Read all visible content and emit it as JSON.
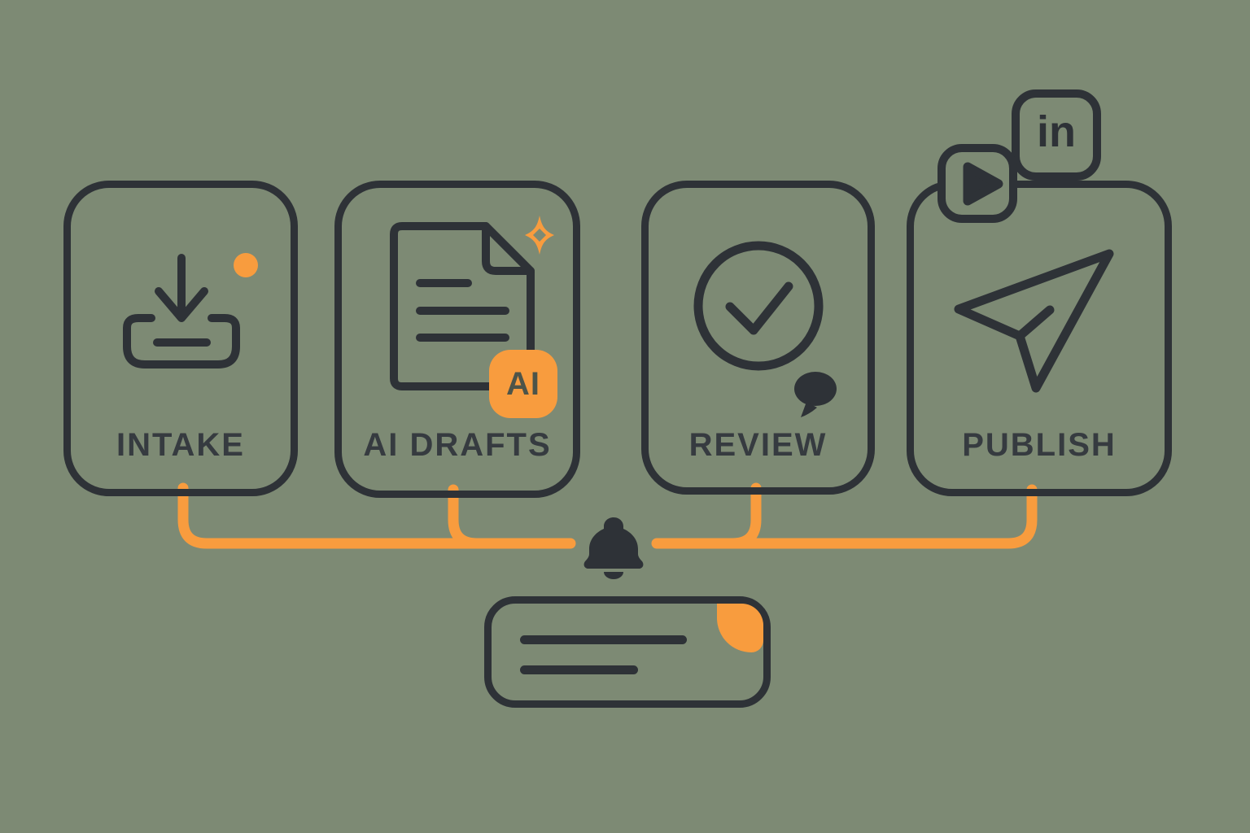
{
  "colors": {
    "background": "#7d8a74",
    "ink": "#2e3237",
    "label": "#363b40",
    "accent": "#f89c3e",
    "ai_text": "#4d5449"
  },
  "diagram_title": "content-workflow-pipeline",
  "steps": [
    {
      "label": "INTAKE",
      "icon": "download-tray-icon",
      "marker": "orange-dot"
    },
    {
      "label": "AI DRAFTS",
      "icon": "document-icon",
      "badge_label": "AI",
      "marker": "sparkle-icon"
    },
    {
      "label": "REVIEW",
      "icon": "check-circle-icon",
      "secondary": "speech-bubble-icon"
    },
    {
      "label": "PUBLISH",
      "icon": "paper-plane-icon",
      "platform_icons": [
        {
          "name": "play-icon",
          "label": ""
        },
        {
          "name": "linkedin-icon",
          "label": "in"
        }
      ]
    }
  ],
  "connector": {
    "style": "orange-rounded-lines",
    "merge_icon": "bell-icon"
  },
  "summary_card": {
    "placeholder_lines": 2,
    "corner": "folded-corner-accent"
  }
}
